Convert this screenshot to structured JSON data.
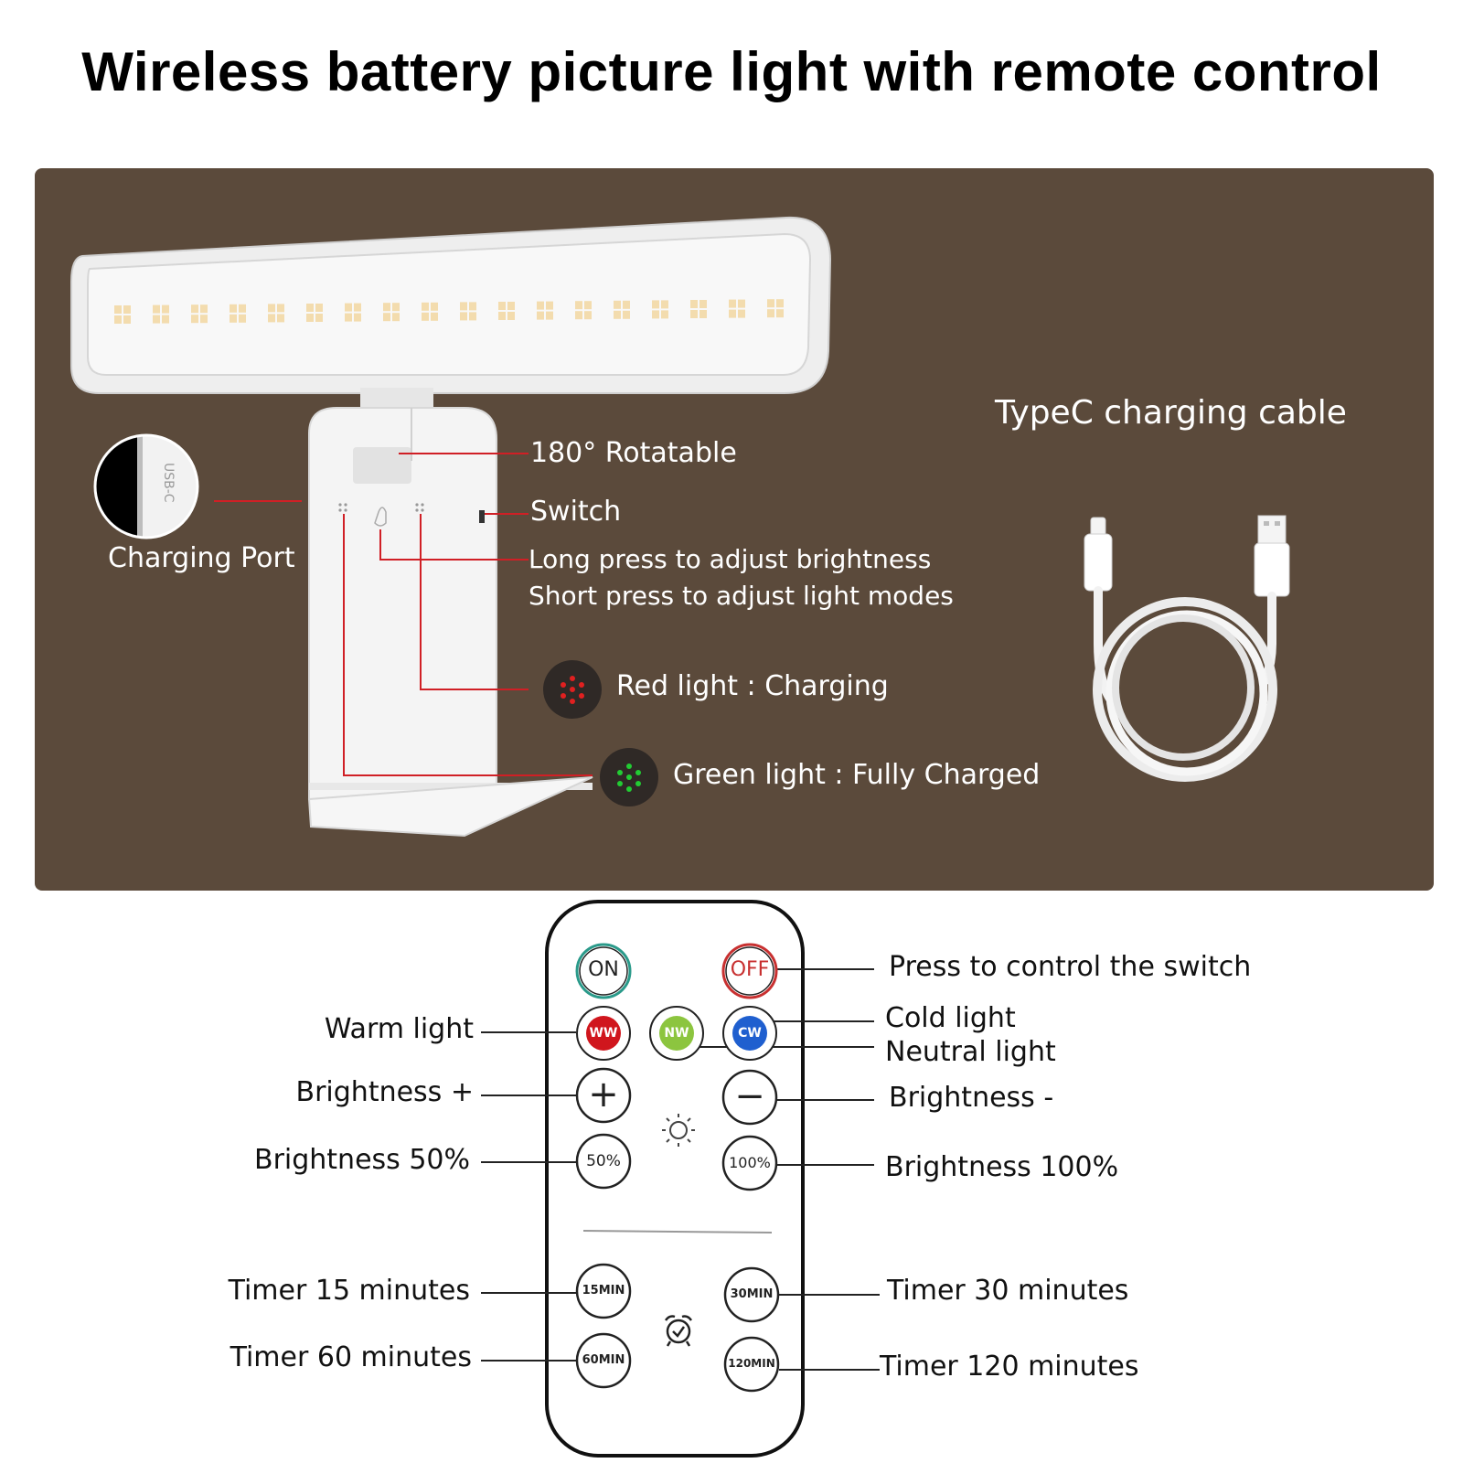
{
  "title": "Wireless battery picture light with remote control",
  "colors": {
    "panel_bg": "#5b4a3b",
    "callout_line": "#d01f25",
    "remote_line": "#222222",
    "warm_button": "#d0161d",
    "neutral_button": "#8cc53f",
    "cold_button": "#1f5fcf",
    "red_led": "#e02020",
    "green_led": "#22cc33"
  },
  "panel": {
    "rotatable": "180° Rotatable",
    "switch": "Switch",
    "long_press": "Long press to adjust brightness",
    "short_press": "Short press to adjust light modes",
    "red_light": "Red light : Charging",
    "green_light": "Green light : Fully Charged",
    "charging_port": "Charging Port",
    "port_marking": "USB-C",
    "typec_cable": "TypeC charging cable"
  },
  "remote": {
    "buttons": {
      "on": "ON",
      "off": "OFF",
      "ww": "WW",
      "nw": "NW",
      "cw": "CW",
      "plus": "+",
      "minus": "−",
      "b50": "50%",
      "b100": "100%",
      "t15": "15MIN",
      "t30": "30MIN",
      "t60": "60MIN",
      "t120": "120MIN"
    },
    "labels": {
      "switch_control": "Press to control the switch",
      "warm_light": "Warm light",
      "cold_light": "Cold light",
      "neutral_light": "Neutral light",
      "brightness_plus": "Brightness +",
      "brightness_minus": "Brightness -",
      "brightness_50": "Brightness 50%",
      "brightness_100": "Brightness 100%",
      "timer_15": "Timer 15 minutes",
      "timer_30": "Timer 30 minutes",
      "timer_60": "Timer 60 minutes",
      "timer_120": "Timer 120 minutes"
    }
  }
}
